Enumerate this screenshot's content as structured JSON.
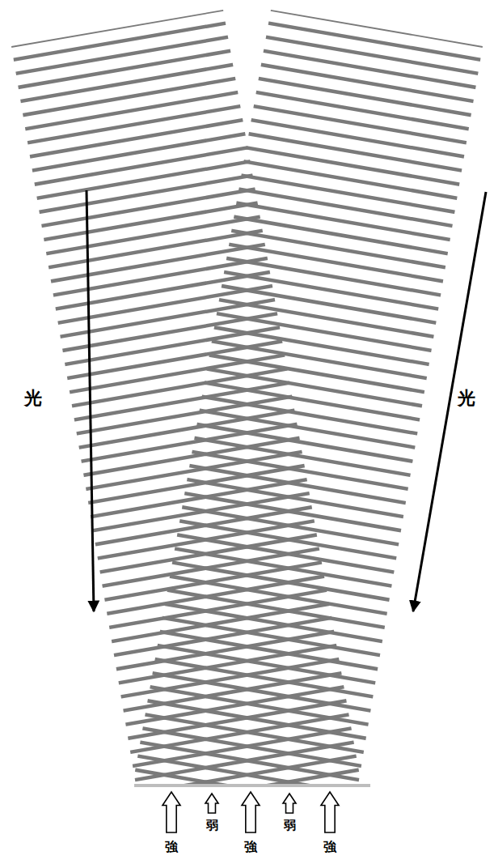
{
  "diagram": {
    "labels": [
      "光",
      "光",
      "強",
      "弱",
      "強",
      "弱",
      "強"
    ]
  }
}
